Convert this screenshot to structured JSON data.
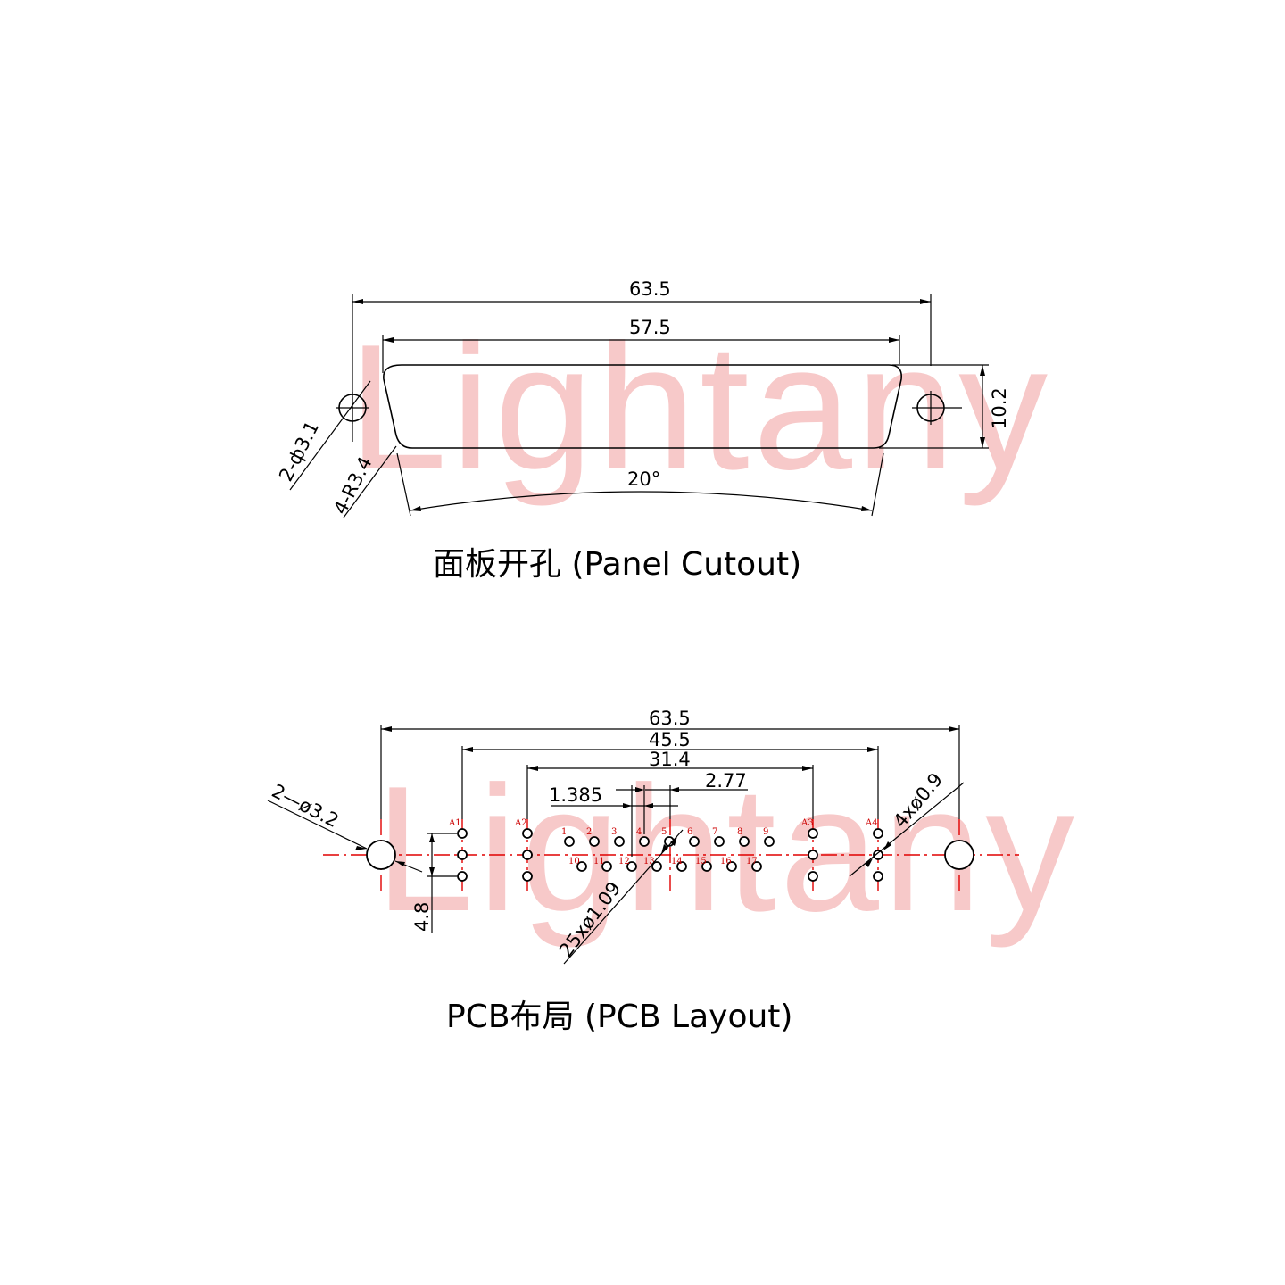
{
  "watermark": "Lightany",
  "panel": {
    "title": "面板开孔 (Panel Cutout)",
    "dim_overall": "63.5",
    "dim_inner": "57.5",
    "dim_height": "10.2",
    "dim_angle": "20°",
    "dim_hole": "2-ф3.1",
    "dim_radius": "4-R3.4"
  },
  "pcb": {
    "title": "PCB布局 (PCB Layout)",
    "dim_overall": "63.5",
    "dim_mid": "45.5",
    "dim_inner": "31.4",
    "dim_pitch": "2.77",
    "dim_offset": "1.385",
    "dim_mount_hole": "2—ø3.2",
    "dim_small_hole": "4xø0.9",
    "dim_pin_hole": "25xø1.09",
    "dim_row": "4.8",
    "shield_labels": [
      "A1",
      "A2",
      "A3",
      "A4"
    ],
    "pins_top": [
      "1",
      "2",
      "3",
      "4",
      "5",
      "6",
      "7",
      "8",
      "9"
    ],
    "pins_bottom": [
      "10",
      "11",
      "12",
      "13",
      "14",
      "15",
      "16",
      "17"
    ]
  }
}
